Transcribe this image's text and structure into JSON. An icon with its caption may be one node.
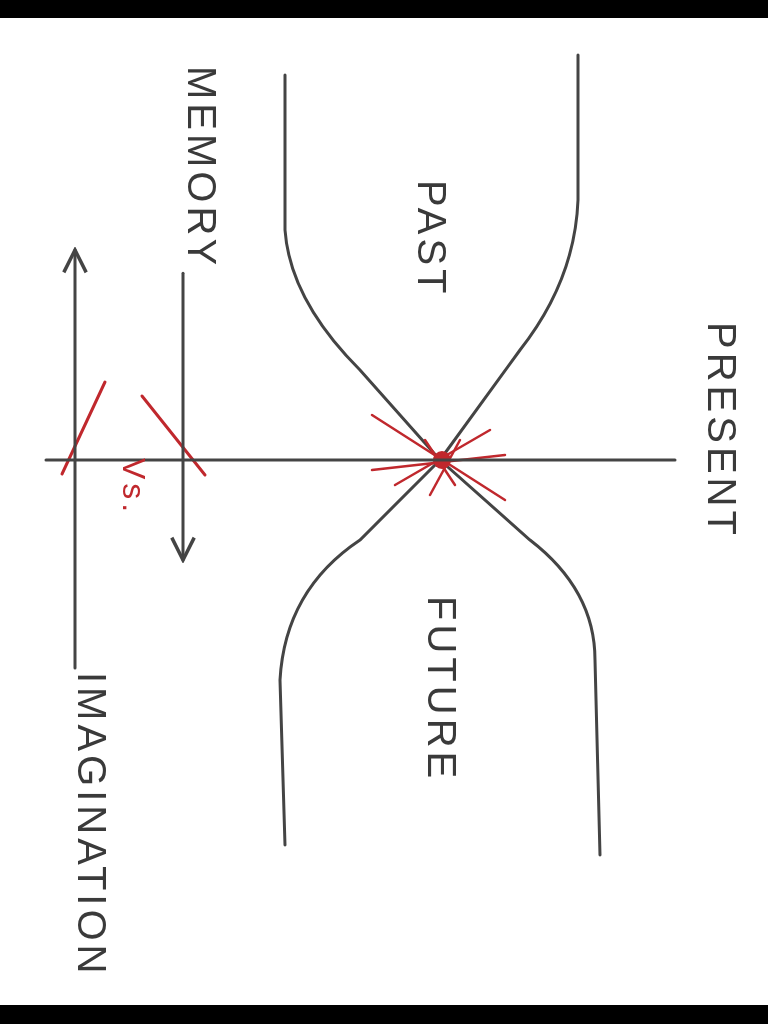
{
  "diagram": {
    "nodes": [
      {
        "text": [
          "MEMORY"
        ]
      },
      {
        "text": [
          "PAST"
        ]
      },
      {
        "text": [
          "PRESENT"
        ]
      },
      {
        "text": [
          "FUTURE"
        ]
      },
      {
        "text": [
          "IMAGINATION"
        ]
      }
    ],
    "edges": [
      {
        "from": 0,
        "to": null,
        "arrow": "to"
      },
      {
        "from": 4,
        "to": null,
        "arrow": "to"
      },
      {
        "from": 2,
        "to": null,
        "arrow": "none"
      }
    ],
    "labels": [
      "Vs."
    ]
  }
}
